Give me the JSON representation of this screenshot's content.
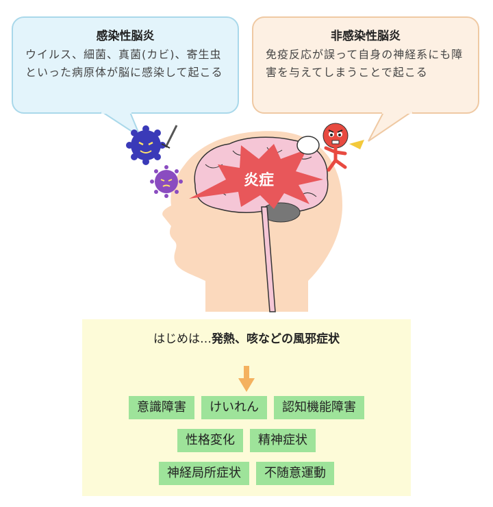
{
  "infectious": {
    "title": "感染性脳炎",
    "description": "ウイルス、細菌、真菌(カビ)、寄生虫といった病原体が脳に感染して起こる"
  },
  "non_infectious": {
    "title": "非感染性脳炎",
    "description": "免疫反応が誤って自身の神経系にも障害を与えてしまうことで起こる"
  },
  "brain": {
    "inflammation_label": "炎症"
  },
  "symptoms": {
    "onset_prefix": "はじめは…",
    "onset_text": "発熱、咳などの風邪症状",
    "rows": [
      [
        "意識障害",
        "けいれん",
        "認知機能障害"
      ],
      [
        "性格変化",
        "精神症状"
      ],
      [
        "神経局所症状",
        "不随意運動"
      ]
    ]
  },
  "colors": {
    "infectious_bubble": "#e3f4fb",
    "non_infectious_bubble": "#fdf0e3",
    "symptom_panel": "#fdfbd8",
    "symptom_chip": "#9ee39a",
    "inflammation": "#e8575a",
    "arrow": "#f4b15f"
  }
}
